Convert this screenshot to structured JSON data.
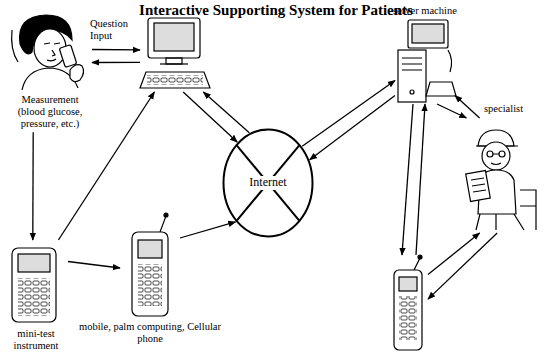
{
  "diagram": {
    "title": "Interactive Supporting System for Patients",
    "nodes": [
      {
        "text": [
          "Measurement (blood glucose, pressure, etc.)"
        ]
      },
      {
        "text": [
          "Question Input"
        ]
      },
      {
        "text": [
          "server machine"
        ]
      },
      {
        "text": [
          "specialist"
        ]
      },
      {
        "text": [
          "Internet"
        ]
      },
      {
        "text": [
          "mini-test instrument"
        ]
      },
      {
        "text": [
          "mobile, palm computing, Cellular phone"
        ]
      },
      {
        "text": []
      }
    ],
    "edges": [
      {
        "from": 0,
        "to": 1,
        "arrow": "to"
      },
      {
        "from": 1,
        "to": 0,
        "arrow": "to"
      },
      {
        "from": 0,
        "to": 5,
        "arrow": "to"
      },
      {
        "from": 5,
        "to": 1,
        "arrow": "to"
      },
      {
        "from": 5,
        "to": 6,
        "arrow": "to"
      },
      {
        "from": 6,
        "to": 4,
        "arrow": "to"
      },
      {
        "from": 1,
        "to": 4,
        "arrow": "to"
      },
      {
        "from": 4,
        "to": 1,
        "arrow": "to"
      },
      {
        "from": 4,
        "to": 2,
        "arrow": "to"
      },
      {
        "from": 2,
        "to": 4,
        "arrow": "to"
      },
      {
        "from": 2,
        "to": 3,
        "arrow": "to"
      },
      {
        "from": 3,
        "to": 2,
        "arrow": "to"
      },
      {
        "from": 2,
        "to": 7,
        "arrow": "to"
      },
      {
        "from": 7,
        "to": 2,
        "arrow": "to"
      },
      {
        "from": 7,
        "to": 3,
        "arrow": "to"
      },
      {
        "from": 3,
        "to": 7,
        "arrow": "to"
      }
    ]
  }
}
